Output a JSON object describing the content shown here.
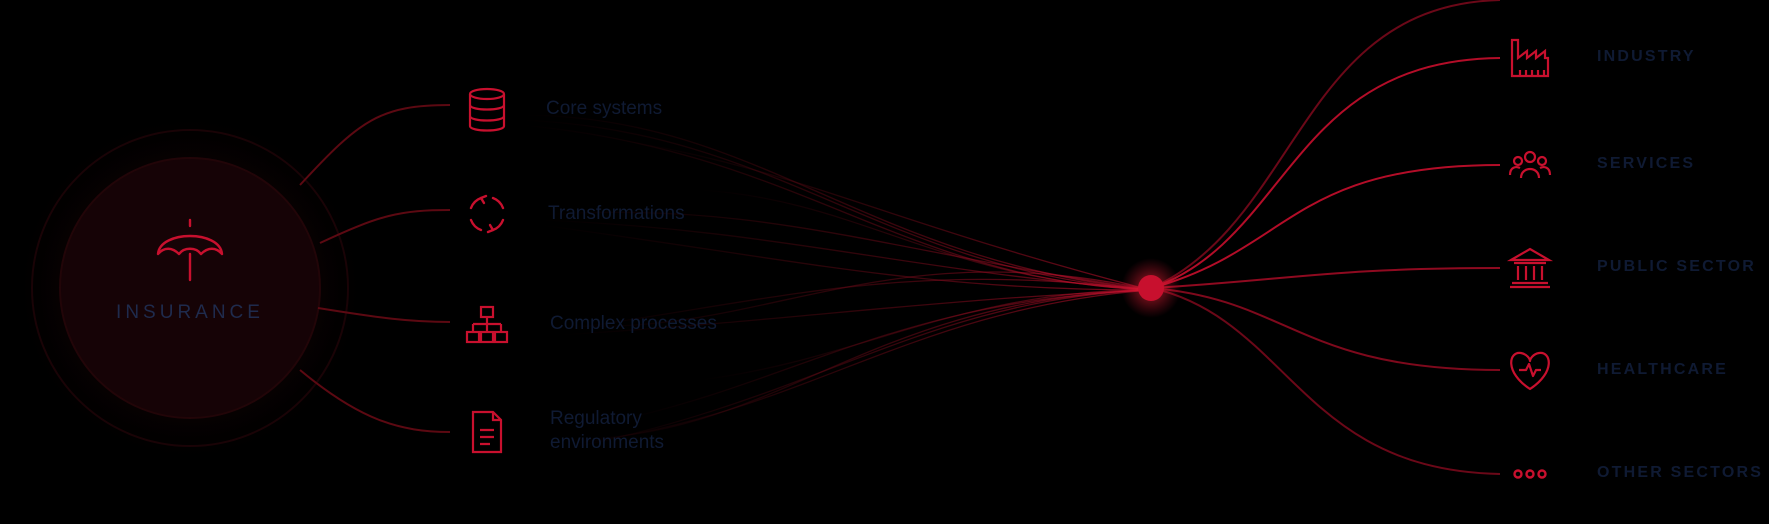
{
  "hub": {
    "label": "INSURANCE",
    "icon": "umbrella-icon"
  },
  "capabilities": [
    {
      "label": "Core systems",
      "icon": "database-icon"
    },
    {
      "label": "Transformations",
      "icon": "cycle-icon"
    },
    {
      "label": "Complex processes",
      "icon": "org-chart-icon"
    },
    {
      "label": "Regulatory environments",
      "icon": "document-icon"
    }
  ],
  "sectors": [
    {
      "label": "INDUSTRY",
      "icon": "factory-icon"
    },
    {
      "label": "SERVICES",
      "icon": "people-icon"
    },
    {
      "label": "PUBLIC SECTOR",
      "icon": "government-building-icon"
    },
    {
      "label": "HEALTHCARE",
      "icon": "heart-pulse-icon"
    },
    {
      "label": "OTHER SECTORS",
      "icon": "ellipsis-icon"
    }
  ],
  "colors": {
    "background": "#000000",
    "accent": "#c8102e",
    "text": "#0f1a33"
  }
}
